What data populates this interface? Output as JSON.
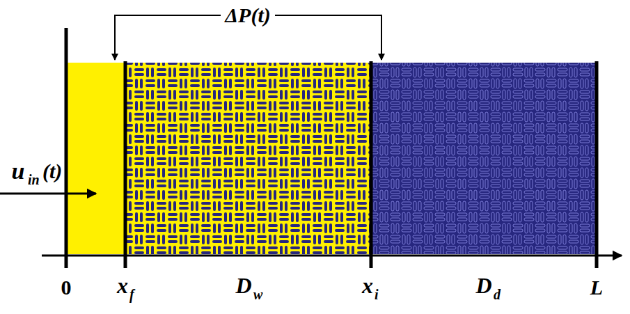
{
  "diagram": {
    "labels": [
      "ΔP(t)",
      "u",
      "in",
      "(t)",
      "0",
      "x",
      "f",
      "D",
      "w",
      "x",
      "i",
      "D",
      "d",
      "L"
    ]
  }
}
